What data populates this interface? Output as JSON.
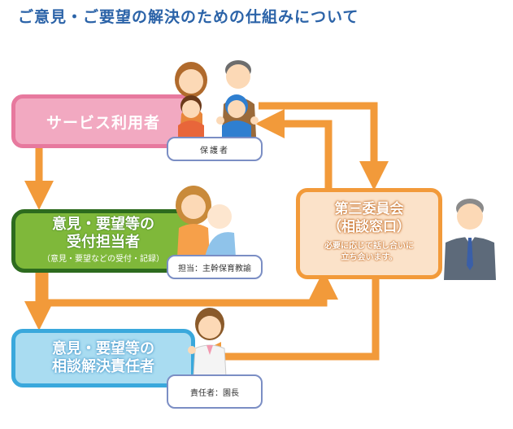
{
  "title": "ご意見・ご要望の解決のための仕組みについて",
  "boxes": {
    "service": {
      "label": "サービス利用者"
    },
    "intake": {
      "line1": "意見・要望等の",
      "line2": "受付担当者",
      "note": "（意見・要望などの受付・記録）"
    },
    "resolve": {
      "line1": "意見・要望等の",
      "line2": "相談解決責任者"
    },
    "committee": {
      "line1": "第三委員会",
      "line2": "（相談窓口）",
      "note_line1": "必要に応じて話し合いに",
      "note_line2": "立ち会います。"
    }
  },
  "labels": {
    "guardian": "保護者",
    "tanto": "担当：主幹保育教諭",
    "sekinin": "責任者：園長"
  },
  "colors": {
    "title": "#2b63a8",
    "arrow": "#f29a3a",
    "service_fill": "#f2a9c1",
    "intake_fill": "#7fb83a",
    "resolve_fill": "#a9dcf1",
    "committee_fill": "#fbe2c9"
  },
  "figures": [
    "family-illustration",
    "mother-baby-illustration",
    "staff-woman-illustration",
    "committee-man-illustration"
  ]
}
